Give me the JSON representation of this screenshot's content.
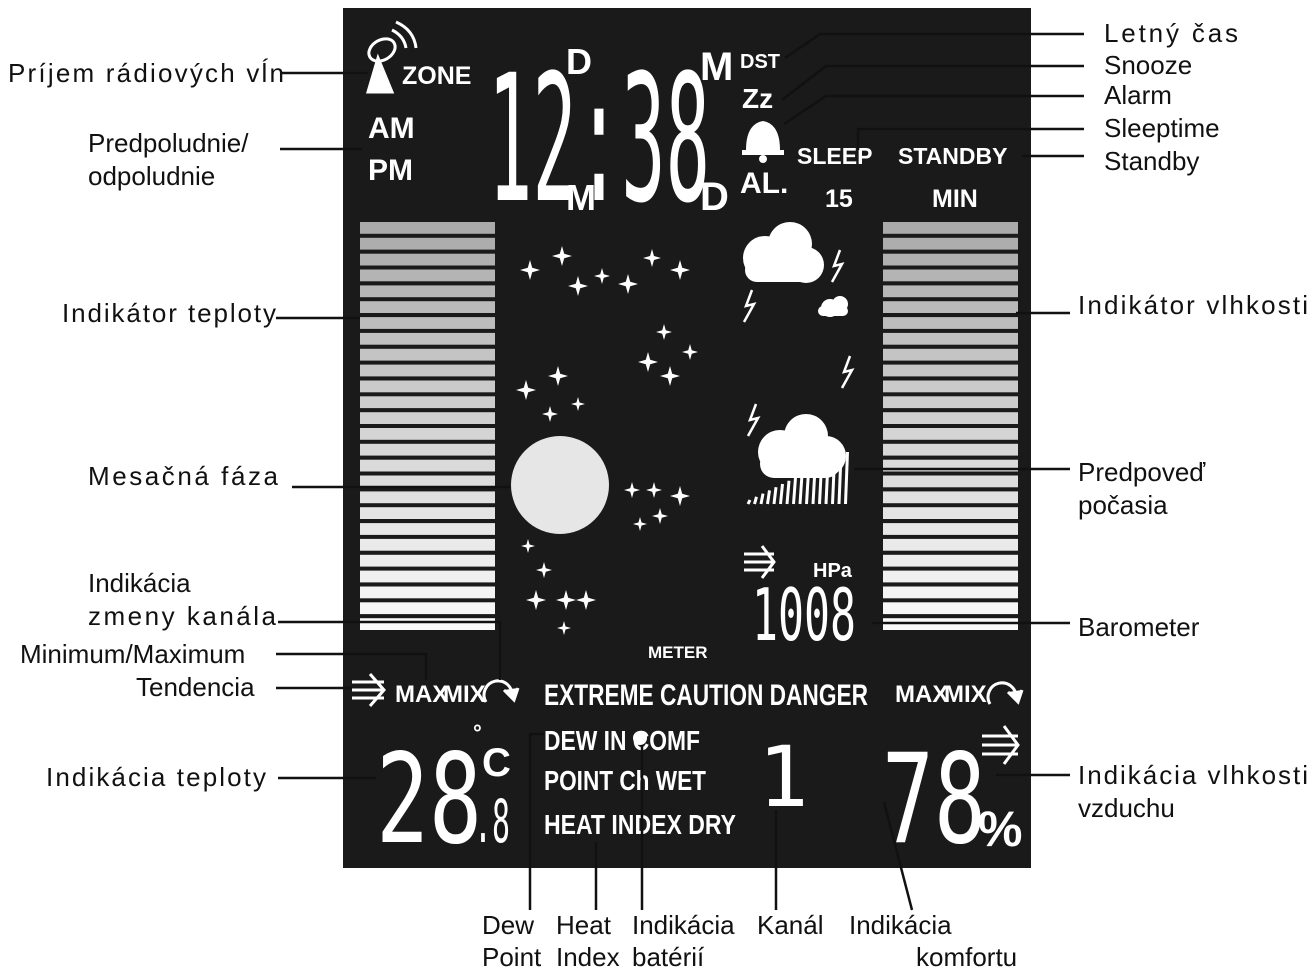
{
  "labels": {
    "radio": "Príjem rádiových vĺn",
    "ampm_1": "Predpoludnie/",
    "ampm_2": "odpoludnie",
    "temp_indicator": "Indikátor teploty",
    "moon": "Mesačná fáza",
    "channel_change_1": "Indikácia",
    "channel_change_2": "zmeny kanála",
    "minmax": "Minimum/Maximum",
    "tendency": "Tendencia",
    "temp_readout": "Indikácia teploty",
    "dst": "Letný čas",
    "snooze": "Snooze",
    "alarm": "Alarm",
    "sleeptime": "Sleeptime",
    "standby": "Standby",
    "humidity_indicator": "Indikátor vlhkosti",
    "forecast_1": "Predpoveď",
    "forecast_2": "počasia",
    "barometer": "Barometer",
    "humidity_readout_1": "Indikácia vlhkosti",
    "humidity_readout_2": "vzduchu",
    "dew_1": "Dew",
    "dew_2": "Point",
    "heat_1": "Heat",
    "heat_2": "Index",
    "battery_1": "Indikácia",
    "battery_2": "batérií",
    "channel": "Kanál",
    "comfort_1": "Indikácia",
    "comfort_2": "komfortu"
  },
  "lcd": {
    "zone": "ZONE",
    "am": "AM",
    "pm": "PM",
    "time": "12:38",
    "d_top": "D",
    "m_top": "M",
    "m_bottom": "M",
    "d_bottom": "D",
    "dst": "DST",
    "zz": "Zz",
    "al": "AL.",
    "sleep": "SLEEP",
    "standby": "STANDBY",
    "sleep_value": "15",
    "min": "MIN",
    "hpa": "HPa",
    "pressure": "1008",
    "meter": "METER",
    "max_left": "MAX",
    "mix_left": "MIX",
    "max_right": "MAX",
    "mix_right": "MIX",
    "comfort_line": "EXTREME CAUTION DANGER",
    "dew_line": "DEW IN COMF",
    "point_line": "POINT Ch WET",
    "heat_line": "HEAT INDEX DRY",
    "channel": "1",
    "temp_main": "28",
    "temp_decimal": ".8",
    "degree": "°",
    "celsius": "C",
    "humidity": "78",
    "percent": "%"
  },
  "colors": {
    "lcd_background": "#1a1a1a",
    "lcd_foreground": "#ffffff",
    "moon": "#e6e6e6"
  },
  "icons": [
    "radio-tower-icon",
    "bell-icon",
    "trend-arrow-icon",
    "refresh-icon",
    "star-icon",
    "cloud-icon",
    "lightning-icon",
    "rain-icon"
  ]
}
